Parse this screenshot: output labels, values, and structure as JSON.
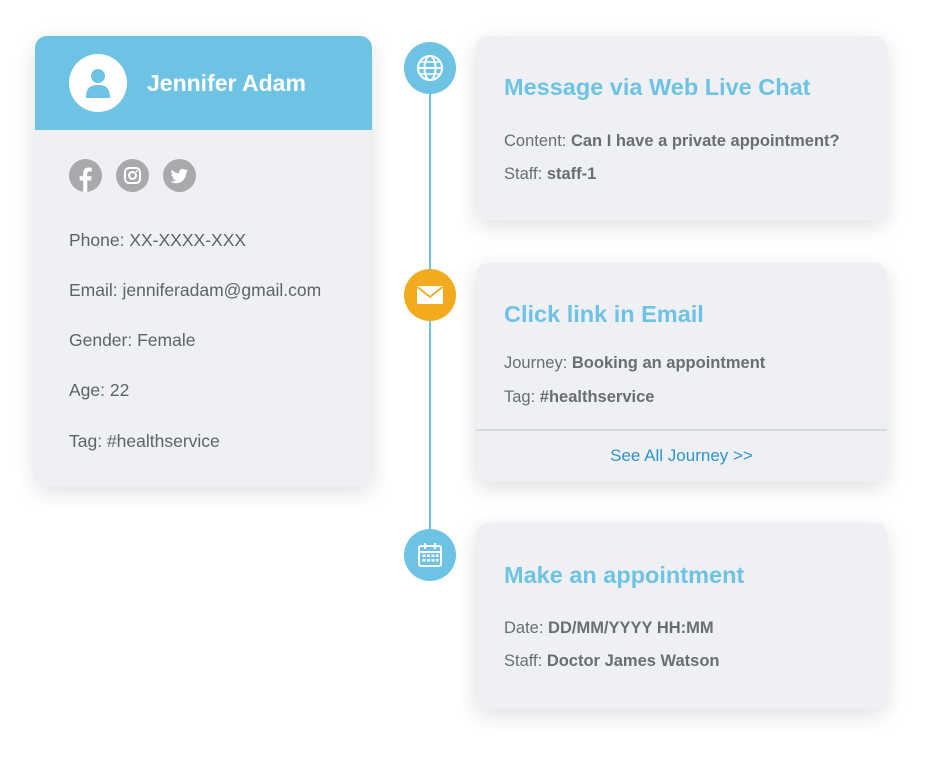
{
  "profile": {
    "name": "Jennifer Adam",
    "avatar_icon": "user-icon",
    "social_icons": [
      "facebook-icon",
      "instagram-icon",
      "twitter-icon"
    ],
    "phone": "Phone: XX-XXXX-XXX",
    "email": "Email: jenniferadam@gmail.com",
    "gender": "Gender: Female",
    "age": "Age: 22",
    "tag": "Tag: #healthservice"
  },
  "timeline": {
    "events": [
      {
        "icon": "globe-icon",
        "title": "Message via Web Live Chat",
        "rows": [
          {
            "label": "Content: ",
            "value": "Can I have a private appointment?"
          },
          {
            "label": "Staff: ",
            "value": "staff-1"
          }
        ]
      },
      {
        "icon": "envelope-icon",
        "title": "Click link in Email",
        "rows": [
          {
            "label": "Journey: ",
            "value": "Booking an appointment"
          },
          {
            "label": "Tag: ",
            "value": "#healthservice"
          }
        ],
        "link": "See All Journey >>"
      },
      {
        "icon": "calendar-icon",
        "title": "Make an appointment",
        "rows": [
          {
            "label": "Date: ",
            "value": "DD/MM/YYYY HH:MM"
          },
          {
            "label": "Staff: ",
            "value": "Doctor James Watson"
          }
        ]
      }
    ]
  },
  "colors": {
    "accent_blue": "#6ec3e5",
    "accent_orange": "#f2aa1f",
    "link_blue": "#2e94cf",
    "card_bg": "#eef0f3",
    "social_gray": "#a7a9ab"
  }
}
